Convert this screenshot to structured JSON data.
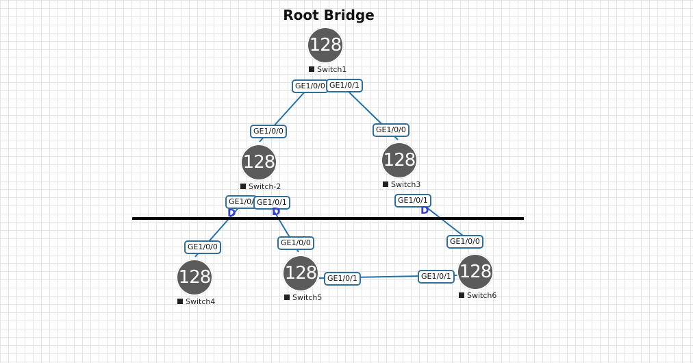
{
  "title": "Root Bridge",
  "icons": {
    "node": "switch-icon",
    "label_marker": "square-icon",
    "blocked_marker": "blocked-port-icon"
  },
  "colors": {
    "link": "#1f6fa8",
    "boundary": "#000000",
    "node_fill": "#5b5b5b",
    "port_border": "#2f6e9a",
    "blocked": "#3a3fd0"
  },
  "switches": [
    {
      "id": "switch1",
      "priority": "128",
      "name": "Switch1"
    },
    {
      "id": "switch2",
      "priority": "128",
      "name": "Switch-2"
    },
    {
      "id": "switch3",
      "priority": "128",
      "name": "Switch3"
    },
    {
      "id": "switch4",
      "priority": "128",
      "name": "Switch4"
    },
    {
      "id": "switch5",
      "priority": "128",
      "name": "Switch5"
    },
    {
      "id": "switch6",
      "priority": "128",
      "name": "Switch6"
    }
  ],
  "ports": [
    {
      "switch": "Switch1",
      "label": "GE1/0/0"
    },
    {
      "switch": "Switch1",
      "label": "GE1/0/1"
    },
    {
      "switch": "Switch-2",
      "label": "GE1/0/0"
    },
    {
      "switch": "Switch3",
      "label": "GE1/0/0"
    },
    {
      "switch": "Switch-2",
      "label": "GE1/0/"
    },
    {
      "switch": "Switch-2",
      "label": "GE1/0/1"
    },
    {
      "switch": "Switch3",
      "label": "GE1/0/1"
    },
    {
      "switch": "Switch4",
      "label": "GE1/0/0"
    },
    {
      "switch": "Switch5",
      "label": "GE1/0/0"
    },
    {
      "switch": "Switch6",
      "label": "GE1/0/0"
    },
    {
      "switch": "Switch5",
      "label": "GE1/0/1"
    },
    {
      "switch": "Switch6",
      "label": "GE1/0/1"
    }
  ],
  "blocked_marks": [
    "D",
    "D",
    "D"
  ]
}
